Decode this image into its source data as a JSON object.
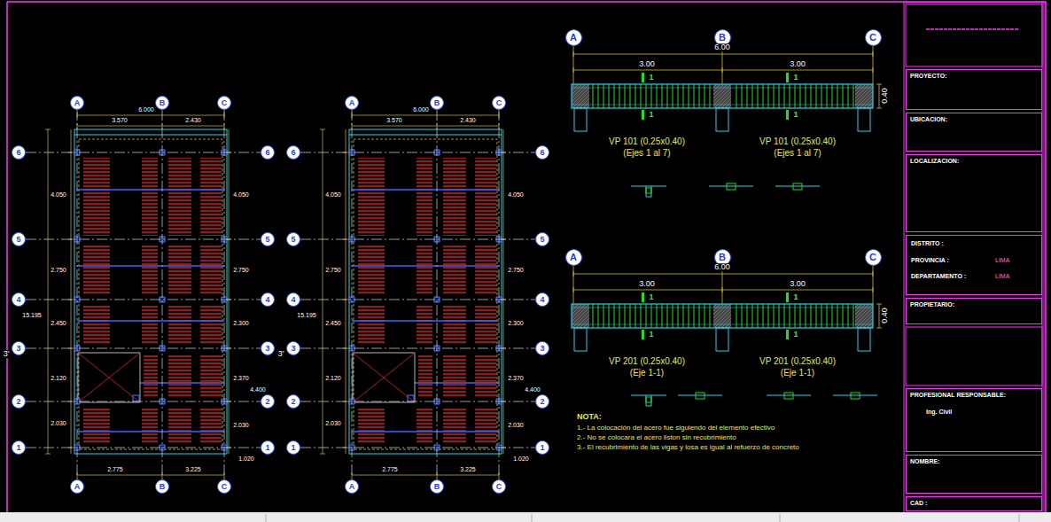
{
  "diagram": {
    "nodes": [
      {
        "text": [
          "A"
        ]
      },
      {
        "text": [
          "B"
        ]
      },
      {
        "text": [
          "C"
        ]
      },
      {
        "text": [
          "6"
        ]
      },
      {
        "text": [
          "5"
        ]
      },
      {
        "text": [
          "4"
        ]
      },
      {
        "text": [
          "3"
        ]
      },
      {
        "text": [
          "2"
        ]
      },
      {
        "text": [
          "1"
        ]
      },
      {
        "text": [
          "6"
        ]
      },
      {
        "text": [
          "5"
        ]
      },
      {
        "text": [
          "4"
        ]
      },
      {
        "text": [
          "3"
        ]
      },
      {
        "text": [
          "2"
        ]
      },
      {
        "text": [
          "1"
        ]
      },
      {
        "text": [
          "A"
        ]
      },
      {
        "text": [
          "B"
        ]
      },
      {
        "text": [
          "C"
        ]
      },
      {
        "text": [
          "A"
        ]
      },
      {
        "text": [
          "B"
        ]
      },
      {
        "text": [
          "C"
        ]
      },
      {
        "text": [
          "6"
        ]
      },
      {
        "text": [
          "5"
        ]
      },
      {
        "text": [
          "4"
        ]
      },
      {
        "text": [
          "3"
        ]
      },
      {
        "text": [
          "2"
        ]
      },
      {
        "text": [
          "1"
        ]
      },
      {
        "text": [
          "6"
        ]
      },
      {
        "text": [
          "5"
        ]
      },
      {
        "text": [
          "4"
        ]
      },
      {
        "text": [
          "3"
        ]
      },
      {
        "text": [
          "2"
        ]
      },
      {
        "text": [
          "1"
        ]
      },
      {
        "text": [
          "A"
        ]
      },
      {
        "text": [
          "B"
        ]
      },
      {
        "text": [
          "C"
        ]
      },
      {
        "text": [
          "A"
        ]
      },
      {
        "text": [
          "B"
        ]
      },
      {
        "text": [
          "C"
        ]
      },
      {
        "text": [
          "A"
        ]
      },
      {
        "text": [
          "B"
        ]
      },
      {
        "text": [
          "C"
        ]
      },
      {
        "text": [
          "PROYECTO:"
        ]
      },
      {
        "text": [
          "UBICACION:"
        ]
      },
      {
        "text": [
          "LOCALIZACION:"
        ]
      },
      {
        "text": [
          "DISTRITO :",
          "PROVINCIA :",
          "LIMA",
          "DEPARTAMENTO :",
          "LIMA"
        ]
      },
      {
        "text": [
          "PROPIETARIO:"
        ]
      },
      {
        "text": [
          "PROFESIONAL RESPONSABLE:",
          "Ing. Civil"
        ]
      },
      {
        "text": [
          "NOMBRE:"
        ]
      },
      {
        "text": [
          "CAD :"
        ]
      }
    ],
    "edges": [
      {
        "from": 0,
        "to": 15,
        "arrow": "none"
      },
      {
        "from": 1,
        "to": 16,
        "arrow": "none"
      },
      {
        "from": 2,
        "to": 17,
        "arrow": "none"
      },
      {
        "from": 3,
        "to": 9,
        "arrow": "none"
      },
      {
        "from": 4,
        "to": 10,
        "arrow": "none"
      },
      {
        "from": 5,
        "to": 11,
        "arrow": "none"
      },
      {
        "from": 6,
        "to": 12,
        "arrow": "none"
      },
      {
        "from": 7,
        "to": 13,
        "arrow": "none"
      },
      {
        "from": 8,
        "to": 14,
        "arrow": "none"
      },
      {
        "from": 18,
        "to": 33,
        "arrow": "none"
      },
      {
        "from": 19,
        "to": 34,
        "arrow": "none"
      },
      {
        "from": 20,
        "to": 35,
        "arrow": "none"
      },
      {
        "from": 21,
        "to": 27,
        "arrow": "none"
      },
      {
        "from": 22,
        "to": 28,
        "arrow": "none"
      },
      {
        "from": 23,
        "to": 29,
        "arrow": "none"
      },
      {
        "from": 24,
        "to": 30,
        "arrow": "none"
      },
      {
        "from": 25,
        "to": 31,
        "arrow": "none"
      },
      {
        "from": 26,
        "to": 32,
        "arrow": "none"
      }
    ],
    "labels": [
      "6.000",
      "3.570",
      "2.430",
      "4.050",
      "2.750",
      "2.450",
      "2.120",
      "2.030",
      "15.195",
      "4.050",
      "2.750",
      "2.300",
      "2.370",
      "4.400",
      "2.030",
      "1.020",
      "2.775",
      "3.225",
      "3'",
      "6.000",
      "3.570",
      "2.430",
      "4.050",
      "2.750",
      "2.450",
      "2.120",
      "2.030",
      "15.195",
      "4.050",
      "2.750",
      "2.300",
      "2.370",
      "4.400",
      "2.030",
      "1.020",
      "2.775",
      "3.225",
      "3'",
      "6.00",
      "3.00",
      "3.00",
      "1",
      "1",
      "1",
      "1",
      "VP 101 (0.25x0.40)",
      "(Ejes 1 al 7)",
      "VP 101 (0.25x0.40)",
      "(Ejes 1 al 7)",
      "0.40",
      "6.00",
      "3.00",
      "3.00",
      "1",
      "1",
      "1",
      "1",
      "VP 201 (0.25x0.40)",
      "(Eje 1-1)",
      "VP 201 (0.25x0.40)",
      "(Eje 1-1)",
      "0.40",
      "NOTA:",
      "1.- La colocación del acero fue siguiendo del elemento efectivo",
      "2.- No se colocara el acero liston sin recubrimiento",
      "3.- El recubrimiento de las vigas y losa es igual al refuerzo de concreto"
    ]
  }
}
